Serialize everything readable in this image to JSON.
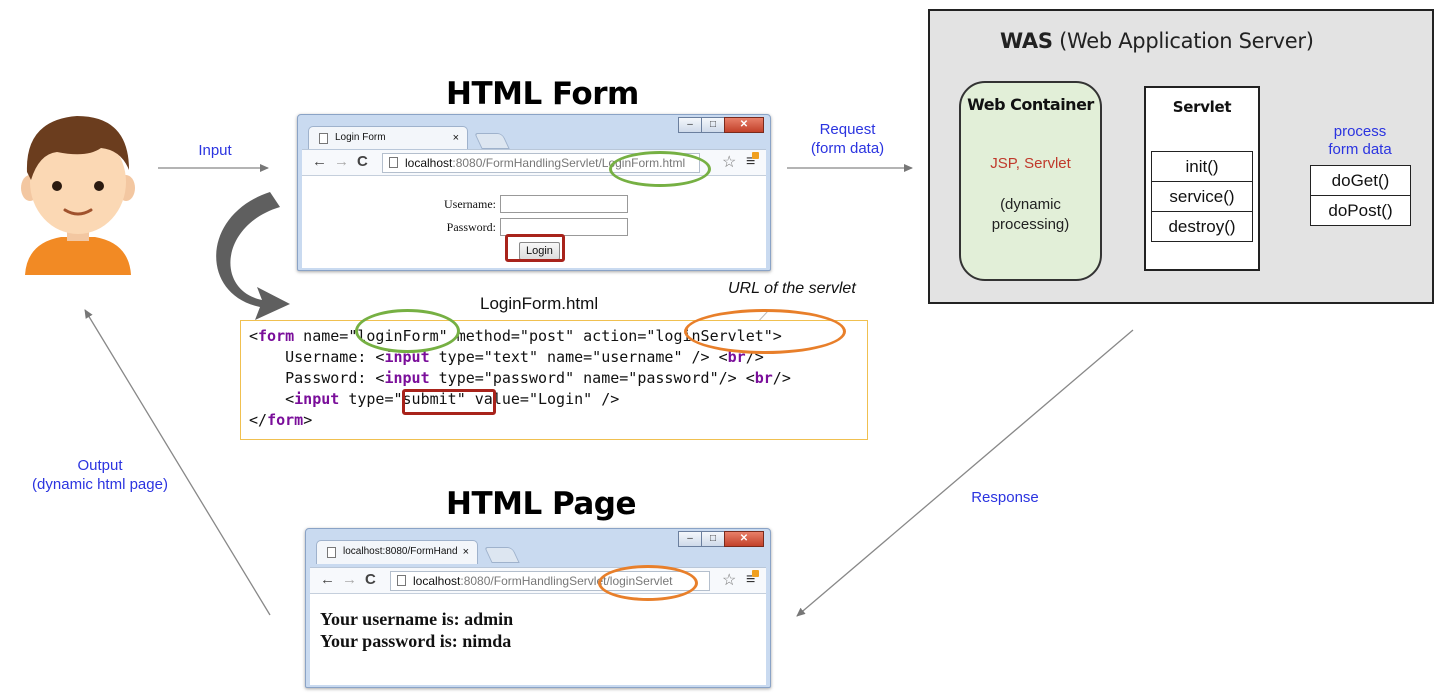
{
  "labels": {
    "input": "Input",
    "request": "Request\n(form data)",
    "response": "Response",
    "output": "Output\n(dynamic html page)",
    "url_of_servlet": "URL of the servlet",
    "loginform_filename": "LoginForm.html"
  },
  "sections": {
    "html_form_title": "HTML Form",
    "html_page_title": "HTML Page"
  },
  "form_browser": {
    "tab_title": "Login Form",
    "tab_close": "×",
    "address_host": "localhost",
    "address_path": ":8080/FormHandlingServlet/LoginForm.html",
    "username_label": "Username:",
    "password_label": "Password:",
    "login_button": "Login"
  },
  "page_browser": {
    "tab_title": "localhost:8080/FormHand",
    "tab_close": "×",
    "address_host": "localhost",
    "address_path": ":8080/FormHandlingServlet/loginServlet",
    "line1": "Your username is: admin",
    "line2": "Your password is: nimda"
  },
  "code": {
    "l1_open": "<",
    "l1_tag": "form",
    "l1_rest": " name=\"loginForm\" method=\"post\" action=\"loginServlet\">",
    "l2_a": "    Username: <",
    "l2_tag": "input",
    "l2_b": " type=\"text\" name=\"username\" /> <",
    "l2_br": "br",
    "l2_c": "/>",
    "l3_a": "    Password: <",
    "l3_tag": "input",
    "l3_b": " type=\"password\" name=\"password\"/> <",
    "l3_br": "br",
    "l3_c": "/>",
    "l4_a": "    <",
    "l4_tag": "input",
    "l4_b": " type=\"submit\" value=\"Login\" />",
    "l5_a": "</",
    "l5_tag": "form",
    "l5_b": ">"
  },
  "was": {
    "title_bold": "WAS",
    "title_rest": " (Web Application Server)",
    "web_container": "Web Container",
    "jsp_servlet": "JSP, Servlet",
    "dynamic": "(dynamic\nprocessing)",
    "servlet": "Servlet",
    "methods": [
      "init()",
      "service()",
      "destroy()"
    ],
    "process_label": "process\nform data",
    "handlers": [
      "doGet()",
      "doPost()"
    ]
  },
  "colors": {
    "label_blue": "#2b34e0",
    "highlight_green": "#76b043",
    "highlight_orange": "#e87f2a",
    "highlight_red": "#a8231b",
    "web_container_fill": "#e2efd8",
    "was_fill": "#e3e3e3"
  }
}
